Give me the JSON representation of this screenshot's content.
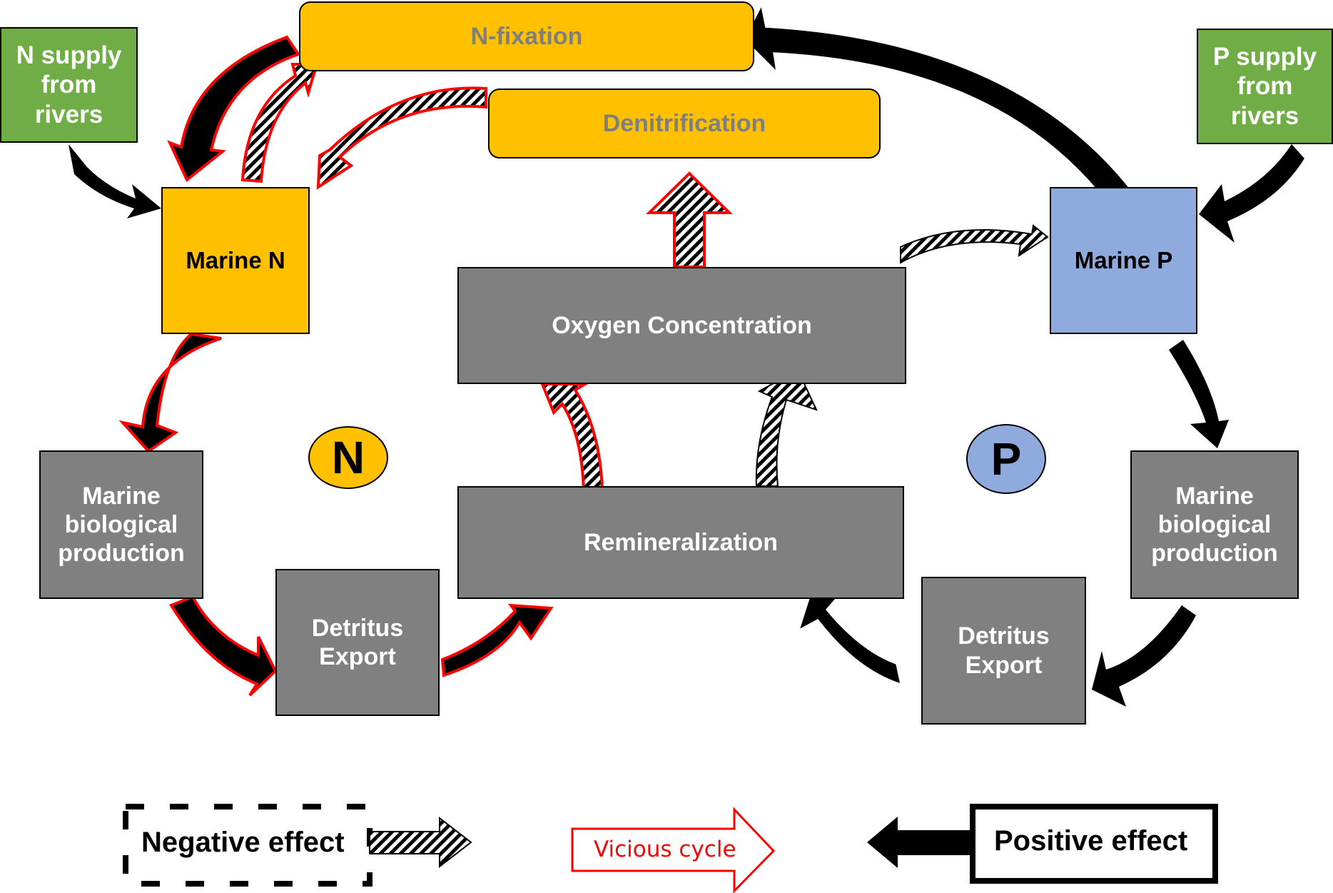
{
  "diagram": {
    "type": "causal-feedback-diagram",
    "nodes": {
      "n_supply": "N supply from rivers",
      "p_supply": "P supply from rivers",
      "n_fixation": "N-fixation",
      "denitrification": "Denitrification",
      "marine_n": "Marine N",
      "marine_p": "Marine P",
      "oxygen": "Oxygen Concentration",
      "remineralization": "Remineralization",
      "bio_prod_n": "Marine biological production",
      "detritus_n": "Detritus Export",
      "bio_prod_p": "Marine biological production",
      "detritus_p": "Detritus Export",
      "n_marker": "N",
      "p_marker": "P"
    },
    "edges": [
      {
        "from": "N supply from rivers",
        "to": "Marine N",
        "effect": "positive",
        "vicious_cycle": false
      },
      {
        "from": "Marine N",
        "to": "N-fixation",
        "effect": "negative",
        "vicious_cycle": true
      },
      {
        "from": "N-fixation",
        "to": "Marine N",
        "effect": "positive",
        "vicious_cycle": true
      },
      {
        "from": "Denitrification",
        "to": "Marine N",
        "effect": "negative",
        "vicious_cycle": true
      },
      {
        "from": "Marine N",
        "to": "Marine biological production (N)",
        "effect": "positive",
        "vicious_cycle": true
      },
      {
        "from": "Marine biological production (N)",
        "to": "Detritus Export (N)",
        "effect": "positive",
        "vicious_cycle": true
      },
      {
        "from": "Detritus Export (N)",
        "to": "Remineralization",
        "effect": "positive",
        "vicious_cycle": true
      },
      {
        "from": "Remineralization",
        "to": "Oxygen Concentration",
        "effect": "negative",
        "vicious_cycle": true
      },
      {
        "from": "Remineralization",
        "to": "Oxygen Concentration",
        "effect": "negative",
        "vicious_cycle": false
      },
      {
        "from": "Oxygen Concentration",
        "to": "Denitrification",
        "effect": "negative",
        "vicious_cycle": true
      },
      {
        "from": "Oxygen Concentration",
        "to": "Marine P",
        "effect": "negative",
        "vicious_cycle": false
      },
      {
        "from": "Marine P",
        "to": "N-fixation",
        "effect": "positive",
        "vicious_cycle": false
      },
      {
        "from": "P supply from rivers",
        "to": "Marine P",
        "effect": "positive",
        "vicious_cycle": false
      },
      {
        "from": "Marine P",
        "to": "Marine biological production (P)",
        "effect": "positive",
        "vicious_cycle": false
      },
      {
        "from": "Marine biological production (P)",
        "to": "Detritus Export (P)",
        "effect": "positive",
        "vicious_cycle": false
      },
      {
        "from": "Detritus Export (P)",
        "to": "Remineralization",
        "effect": "positive",
        "vicious_cycle": false
      }
    ]
  },
  "legend": {
    "negative": "Negative effect",
    "vicious": "Vicious cycle",
    "positive": "Positive effect"
  },
  "colors": {
    "supply_green": "#70ad47",
    "nitrogen_amber": "#ffc000",
    "phosphorus_blue": "#8faadc",
    "process_gray": "#808080",
    "vicious_red": "#ff0000",
    "label_gray": "#7f7f7f"
  }
}
